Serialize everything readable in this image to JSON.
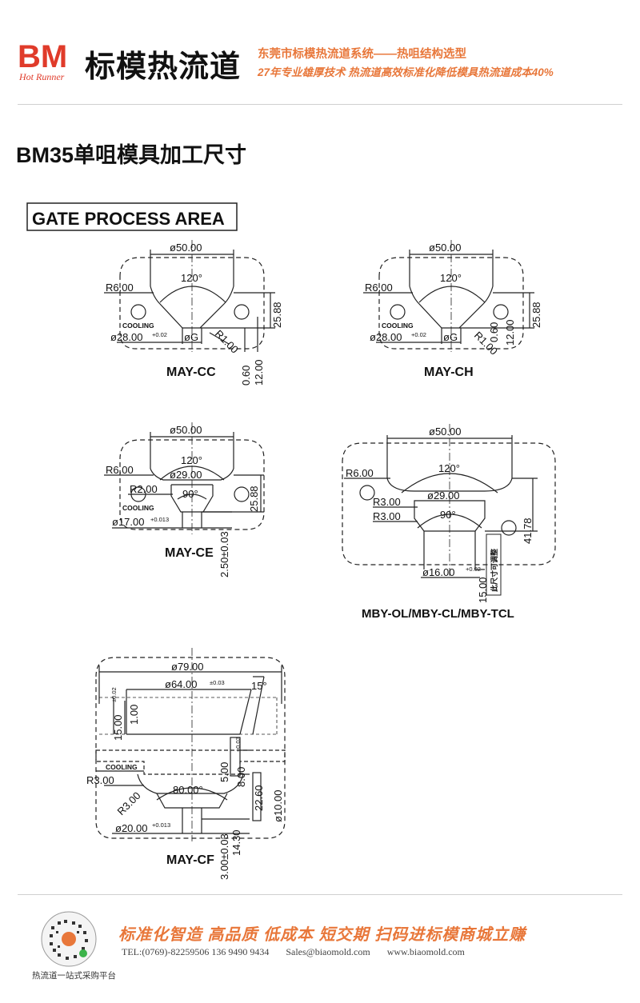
{
  "header": {
    "logo_letters": "BM",
    "logo_script": "Hot Runner",
    "brand_name": "标模热流道",
    "tagline_1": "东莞市标模热流道系统——热咀结构选型",
    "tagline_2": "27年专业雄厚技术 热流道高效标准化降低模具热流道成本40%"
  },
  "page_title": "BM35单咀模具加工尺寸",
  "drawing": {
    "section_label": "GATE PROCESS AREA",
    "may_cc": {
      "name": "MAY-CC",
      "d_top": "ø50.00",
      "angle": "120°",
      "radius": "R6.00",
      "height": "25.88",
      "cooling": "COOLING",
      "bore": "ø28.00",
      "bore_tol": "+0.02",
      "bore_tol2": "0",
      "gate": "øG",
      "r_small": "R1.00",
      "d1": "0.60",
      "d2": "12.00"
    },
    "may_ch": {
      "name": "MAY-CH",
      "d_top": "ø50.00",
      "angle": "120°",
      "radius": "R6.00",
      "height": "25.88",
      "cooling": "COOLING",
      "bore": "ø28.00",
      "bore_tol": "+0.02",
      "bore_tol2": "0",
      "gate": "øG",
      "r_small": "R1.00",
      "d1": "0.60",
      "d2": "12.00"
    },
    "may_ce": {
      "name": "MAY-CE",
      "d_top": "ø50.00",
      "angle": "120°",
      "radius": "R6.00",
      "d_mid": "ø29.00",
      "r2": "R2.00",
      "angle2": "90°",
      "height": "25.88",
      "cooling": "COOLING",
      "bore": "ø17.00",
      "bore_tol": "+0.013",
      "bore_tol2": "0",
      "gate_depth": "2.50±0.03"
    },
    "mby": {
      "name": "MBY-OL/MBY-CL/MBY-TCL",
      "d_top": "ø50.00",
      "angle": "120°",
      "radius": "R6.00",
      "d_mid": "ø29.00",
      "r3a": "R3.00",
      "r3b": "R3.00",
      "angle2": "90°",
      "height": "41.78",
      "bore": "ø16.00",
      "bore_tol": "+0.02",
      "bore_tol2": "0",
      "depth": "15.00",
      "note": "此尺寸可调整"
    },
    "may_cf": {
      "name": "MAY-CF",
      "d_top": "ø79.00",
      "d_64": "ø64.00",
      "d_64_tol": "±0.03",
      "angle15": "15°",
      "h15": "15.00",
      "h15_tol": "±0.02",
      "h1": "1.00",
      "h5": "5.00",
      "h8": "8.00",
      "h8_tol": "±0.03",
      "cooling": "COOLING",
      "r3a": "R3.00",
      "r3b": "R3.00",
      "angle80": "80.00°",
      "h22": "22.60",
      "d10": "ø10.00",
      "bore": "ø20.00",
      "bore_tol": "+0.013",
      "bore_tol2": "0",
      "h14": "14.30",
      "gate_depth": "3.00±0.03"
    }
  },
  "footer": {
    "qr_caption": "热流道一站式采购平台",
    "slogan": "标准化智造 高品质 低成本 短交期 扫码进标模商城立赚",
    "tel": "TEL:(0769)-82259506 136 9490 9434",
    "email": "Sales@biaomold.com",
    "website": "www.biaomold.com"
  },
  "colors": {
    "accent": "#e8773a",
    "logo_red": "#e03b2a",
    "line": "#222222"
  }
}
